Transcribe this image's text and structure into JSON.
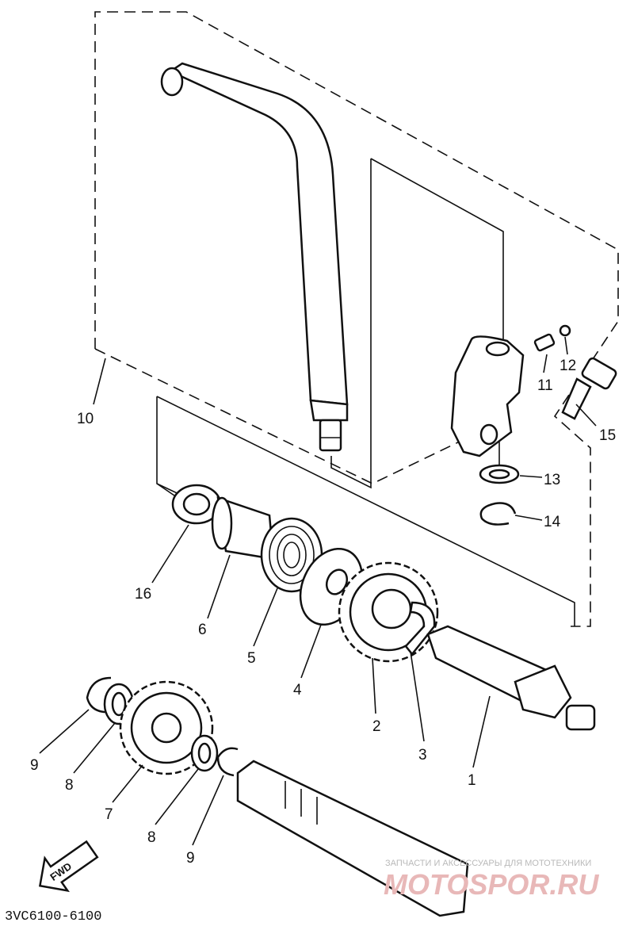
{
  "callouts": [
    {
      "id": "1",
      "label": "1"
    },
    {
      "id": "2",
      "label": "2"
    },
    {
      "id": "3",
      "label": "3"
    },
    {
      "id": "4",
      "label": "4"
    },
    {
      "id": "5",
      "label": "5"
    },
    {
      "id": "6",
      "label": "6"
    },
    {
      "id": "7",
      "label": "7"
    },
    {
      "id": "8a",
      "label": "8"
    },
    {
      "id": "8b",
      "label": "8"
    },
    {
      "id": "9a",
      "label": "9"
    },
    {
      "id": "9b",
      "label": "9"
    },
    {
      "id": "10",
      "label": "10"
    },
    {
      "id": "11",
      "label": "11"
    },
    {
      "id": "12",
      "label": "12"
    },
    {
      "id": "13",
      "label": "13"
    },
    {
      "id": "14",
      "label": "14"
    },
    {
      "id": "15",
      "label": "15"
    },
    {
      "id": "16",
      "label": "16"
    }
  ],
  "fwd_label": "FWD",
  "diagram_code": "3VC6100-6100",
  "watermark": {
    "tagline": "ЗАПЧАСТИ И АКСЕССУАРЫ ДЛЯ МОТОТЕХНИКИ",
    "brand": "MOTOSPOR.RU"
  }
}
